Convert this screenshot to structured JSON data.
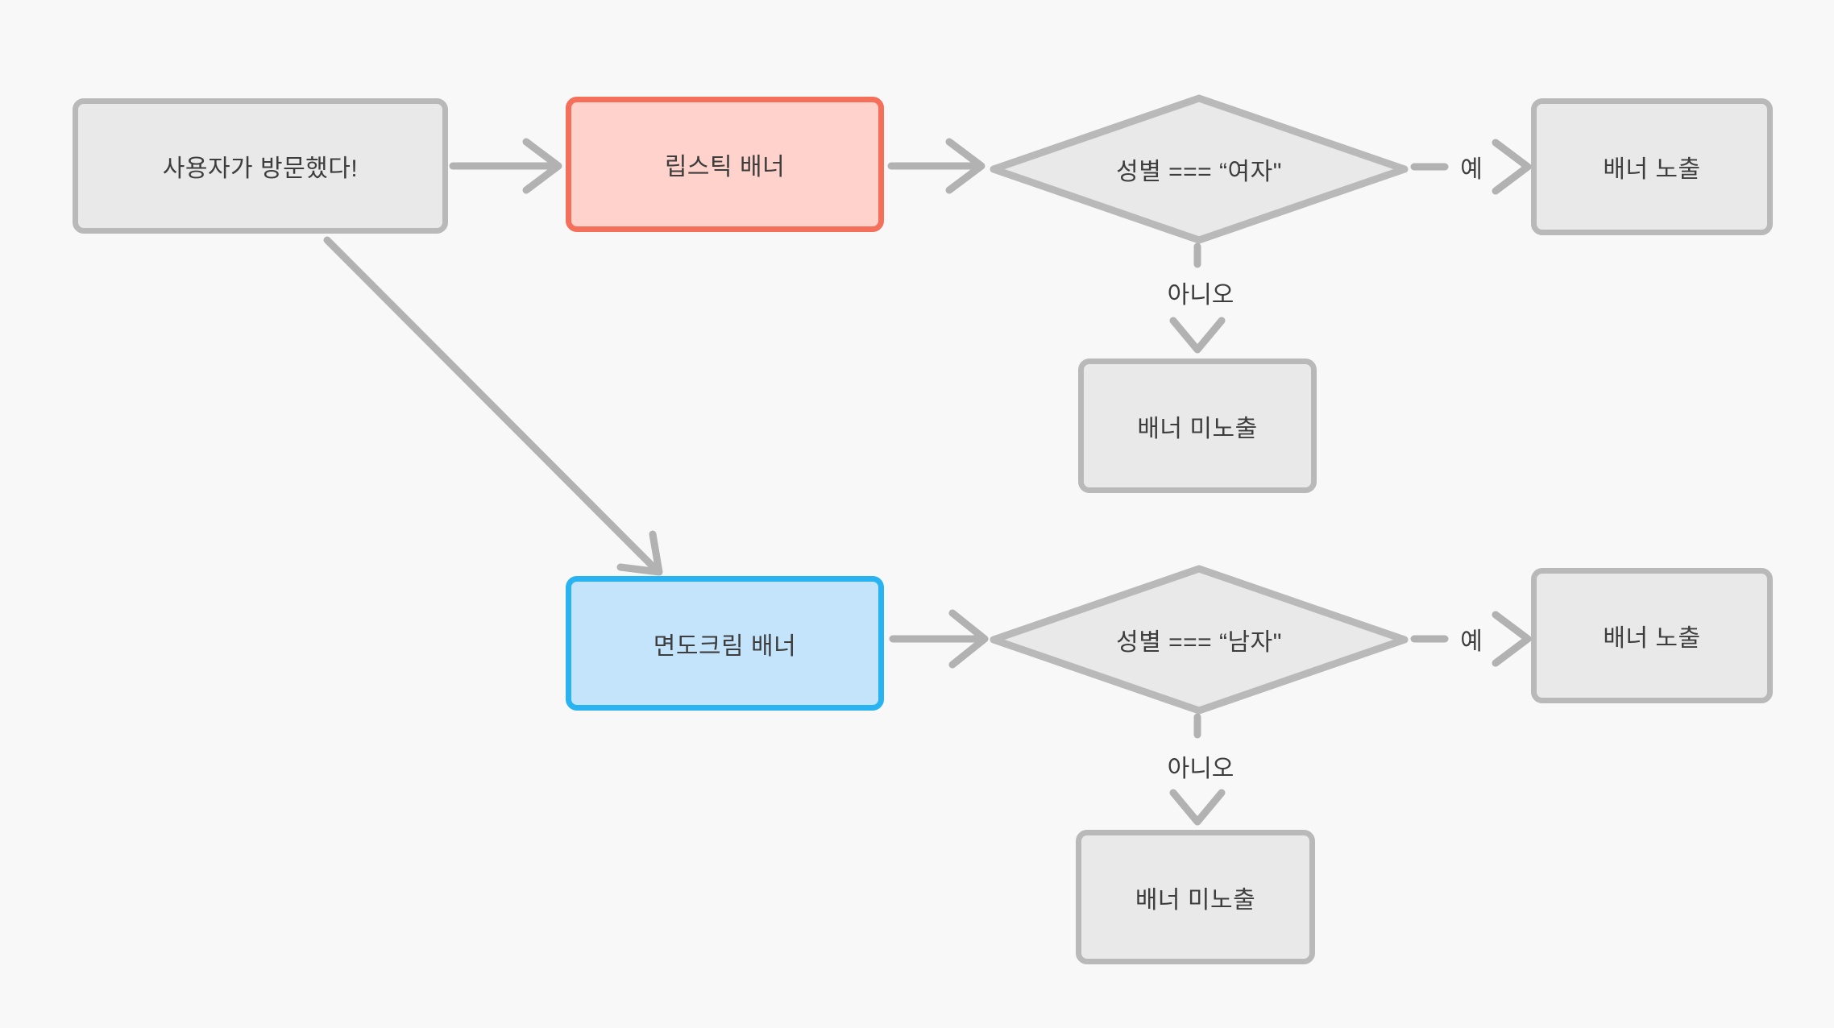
{
  "diagram": {
    "type": "flowchart",
    "direction": "left-to-right",
    "background": "#f8f8f9"
  },
  "nodes": {
    "start": {
      "label": "사용자가 방문했다!",
      "shape": "rect",
      "variant": "gray"
    },
    "lipstick_banner": {
      "label": "립스틱 배너",
      "shape": "rect",
      "variant": "red"
    },
    "female_check": {
      "label": "성별 === “여자\"",
      "shape": "diamond",
      "variant": "gray"
    },
    "show_female": {
      "label": "배너 노출",
      "shape": "rect",
      "variant": "gray"
    },
    "hide_female": {
      "label": "배너 미노출",
      "shape": "rect",
      "variant": "gray"
    },
    "shaving_banner": {
      "label": "면도크림 배너",
      "shape": "rect",
      "variant": "blue"
    },
    "male_check": {
      "label": "성별 === “남자\"",
      "shape": "diamond",
      "variant": "gray"
    },
    "show_male": {
      "label": "배너 노출",
      "shape": "rect",
      "variant": "gray"
    },
    "hide_male": {
      "label": "배너 미노출",
      "shape": "rect",
      "variant": "gray"
    }
  },
  "edge_labels": {
    "yes": "예",
    "no": "아니오"
  },
  "edges": [
    {
      "from": "start",
      "to": "lipstick_banner",
      "label": "",
      "style": "solid"
    },
    {
      "from": "start",
      "to": "shaving_banner",
      "label": "",
      "style": "solid"
    },
    {
      "from": "lipstick_banner",
      "to": "female_check",
      "label": "",
      "style": "solid"
    },
    {
      "from": "female_check",
      "to": "show_female",
      "label": "예",
      "style": "dashed"
    },
    {
      "from": "female_check",
      "to": "hide_female",
      "label": "아니오",
      "style": "dashed"
    },
    {
      "from": "shaving_banner",
      "to": "male_check",
      "label": "",
      "style": "solid"
    },
    {
      "from": "male_check",
      "to": "show_male",
      "label": "예",
      "style": "dashed"
    },
    {
      "from": "male_check",
      "to": "hide_male",
      "label": "아니오",
      "style": "dashed"
    }
  ],
  "colors": {
    "canvas_bg": "#f8f8f9",
    "node_fill": "#e9e9e9",
    "node_border": "#b9b9b9",
    "edge": "#b2b2b2",
    "text": "#3d3d3d",
    "lipstick_border": "#f4705b",
    "lipstick_fill": "#ffd3cb",
    "shaving_border": "#29b3f0",
    "shaving_fill": "#c3e4fa"
  }
}
